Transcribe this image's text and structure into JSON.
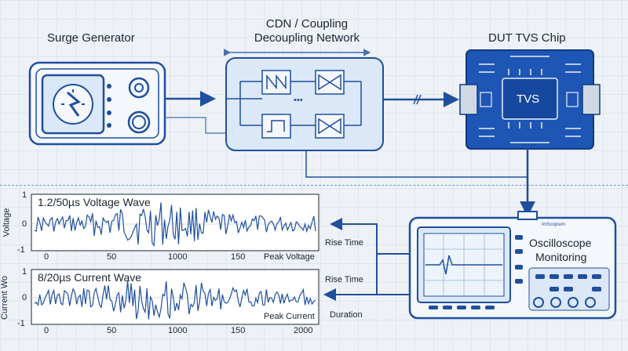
{
  "top": {
    "surge_generator": "Surge Generator",
    "cdn_line1": "CDN / Coupling",
    "cdn_line2": "Decoupling Network",
    "dut": "DUT TVS Chip",
    "tvs": "TVS",
    "cdn_dots": "•••"
  },
  "plots": [
    {
      "title": "1.2/50µs Voltage Wave",
      "ylabel": "Voltage",
      "yticks": [
        "1",
        "0",
        "-1"
      ],
      "xticks": [
        "0",
        "50",
        "1000",
        "150"
      ],
      "corner_label": "Peak Voltage"
    },
    {
      "title": "8/20µs Current Wave",
      "ylabel": "Current Wo",
      "yticks": [
        "1",
        "0",
        "-1"
      ],
      "xticks": [
        "0",
        "50",
        "1000",
        "150",
        "2000"
      ],
      "corner_label": "Peak Current"
    }
  ],
  "annotations": {
    "rise_time_1": "Rise Time",
    "rise_time_2": "Rise Time",
    "duration": "Duration"
  },
  "oscilloscope": {
    "title_line1": "Oscilloscope",
    "title_line2": "Monitoring",
    "brand": "ImScopium"
  },
  "colors": {
    "primary": "#1f4f9e",
    "light_fill": "#dbe8f7",
    "board": "#1e56b5",
    "background": "#eef2f7"
  }
}
